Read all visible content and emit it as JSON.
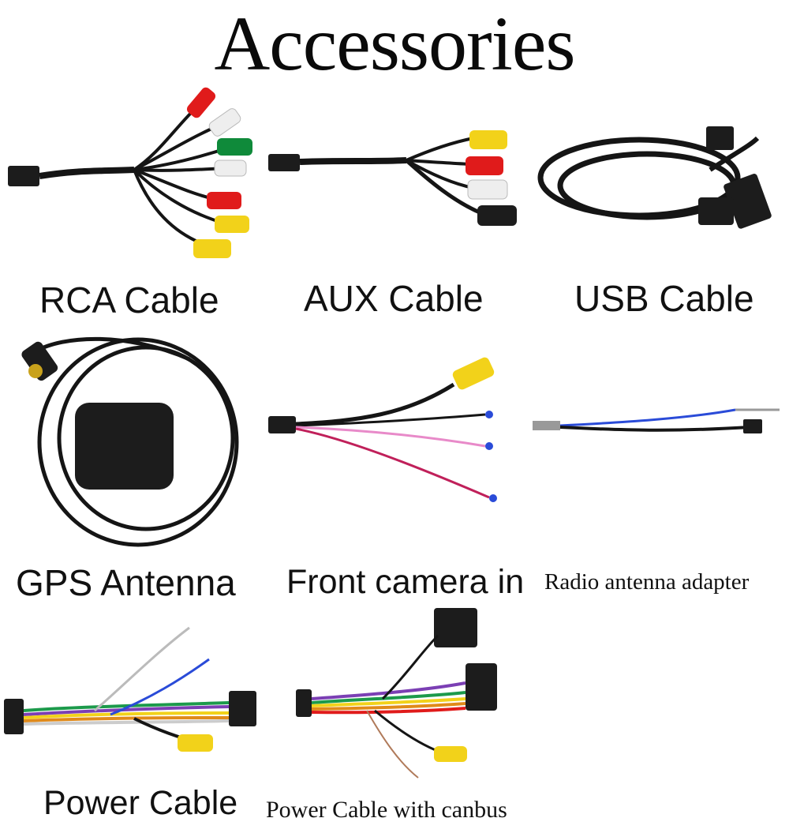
{
  "page": {
    "title": "Accessories"
  },
  "items": [
    {
      "id": "rca",
      "caption": "RCA Cable"
    },
    {
      "id": "aux",
      "caption": "AUX Cable"
    },
    {
      "id": "usb",
      "caption": "USB Cable"
    },
    {
      "id": "gps",
      "caption": "GPS Antenna"
    },
    {
      "id": "front",
      "caption": "Front camera in"
    },
    {
      "id": "radio",
      "caption": "Radio antenna adapter"
    },
    {
      "id": "power",
      "caption": "Power Cable"
    },
    {
      "id": "canbus",
      "caption": "Power Cable with canbus"
    }
  ],
  "colors": {
    "cable": "#151515",
    "rca_red": "#e01b1b",
    "rca_yellow": "#f2d21a",
    "rca_white": "#eeeeee",
    "rca_green": "#0f8a3a",
    "connector": "#1c1c1c",
    "tip_blue": "#2a4bd8"
  }
}
